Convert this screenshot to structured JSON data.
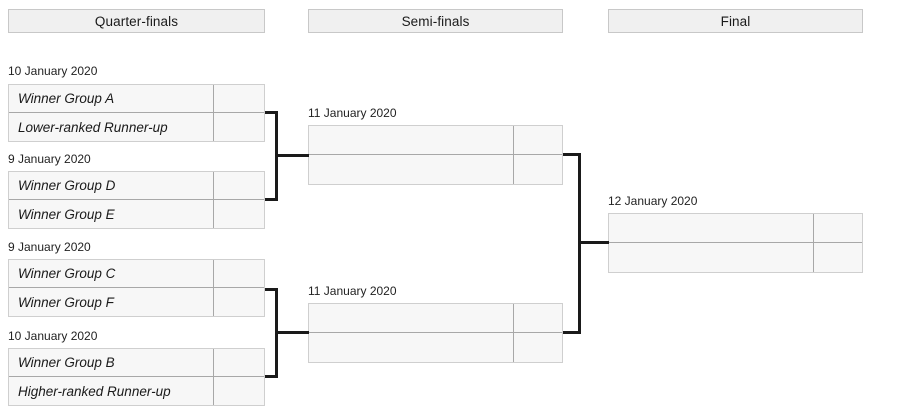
{
  "rounds": [
    {
      "id": "quarter-finals",
      "label": "Quarter-finals"
    },
    {
      "id": "semi-finals",
      "label": "Semi-finals"
    },
    {
      "id": "final",
      "label": "Final"
    }
  ],
  "quarter_finals": [
    {
      "date": "10 January 2020",
      "home": {
        "team": "Winner Group A",
        "score": ""
      },
      "away": {
        "team": "Lower-ranked Runner-up",
        "score": ""
      }
    },
    {
      "date": "9 January 2020",
      "home": {
        "team": "Winner Group D",
        "score": ""
      },
      "away": {
        "team": "Winner Group E",
        "score": ""
      }
    },
    {
      "date": "9 January 2020",
      "home": {
        "team": "Winner Group C",
        "score": ""
      },
      "away": {
        "team": "Winner Group F",
        "score": ""
      }
    },
    {
      "date": "10 January 2020",
      "home": {
        "team": "Winner Group B",
        "score": ""
      },
      "away": {
        "team": "Higher-ranked Runner-up",
        "score": ""
      }
    }
  ],
  "semi_finals": [
    {
      "date": "11 January 2020",
      "home": {
        "team": "",
        "score": ""
      },
      "away": {
        "team": "",
        "score": ""
      }
    },
    {
      "date": "11 January 2020",
      "home": {
        "team": "",
        "score": ""
      },
      "away": {
        "team": "",
        "score": ""
      }
    }
  ],
  "final": [
    {
      "date": "12 January 2020",
      "home": {
        "team": "",
        "score": ""
      },
      "away": {
        "team": "",
        "score": ""
      }
    }
  ],
  "colors": {
    "header_fill": "#f0f0f0",
    "header_border": "#c8c8c8",
    "cell_fill": "#f7f7f7",
    "cell_border": "#cfcfcf",
    "inner_rule": "#a8a8a8",
    "connector": "#1a1a1a",
    "text": "#1a1a1a",
    "page_background": "#ffffff"
  }
}
